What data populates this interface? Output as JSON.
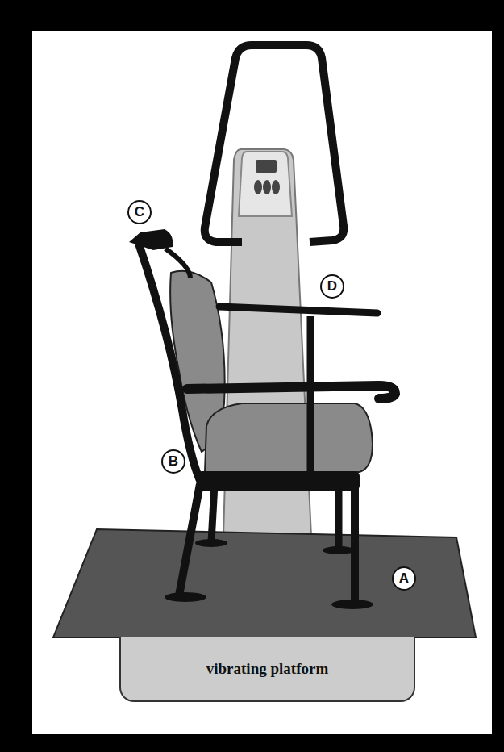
{
  "diagram": {
    "nodes": [
      {
        "text": [
          "vibrating platform"
        ]
      }
    ],
    "labels": [
      "A",
      "B",
      "C",
      "D"
    ]
  }
}
